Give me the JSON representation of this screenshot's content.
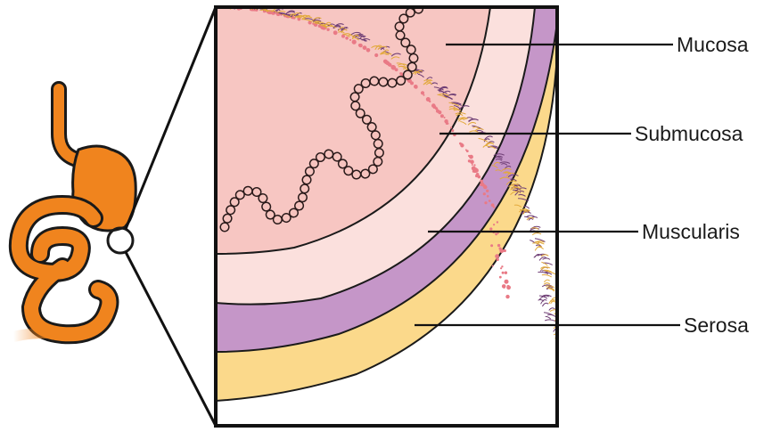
{
  "labels": {
    "mucosa": "Mucosa",
    "submucosa": "Submucosa",
    "muscularis": "Muscularis",
    "serosa": "Serosa"
  },
  "colors": {
    "tract_fill": "#f0841e",
    "tract_outline": "#1a1a1a",
    "mucosa": "#f7c6c2",
    "villi": "#f6b9b4",
    "submucosa": "#fbe0dd",
    "submucosa_dots": "#e97a86",
    "muscularis": "#c596c8",
    "muscularis_fibers": "#6e3d74",
    "serosa": "#fbd98b",
    "serosa_fibers": "#e2a93b",
    "frame": "#111111"
  }
}
